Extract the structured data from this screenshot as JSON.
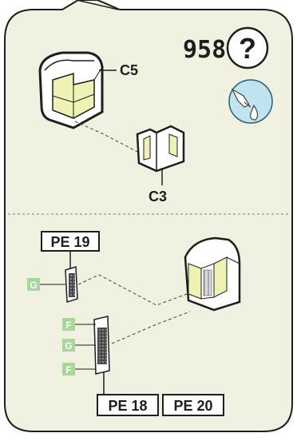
{
  "step": {
    "number": "958",
    "help_icon": "question-mark-icon",
    "glue_icon": "glue-drop-icon"
  },
  "top_section": {
    "parts": [
      {
        "label": "C5"
      },
      {
        "label": "C3"
      }
    ]
  },
  "bottom_section": {
    "tags": [
      {
        "label": "PE 19"
      },
      {
        "label": "PE 18"
      },
      {
        "label": "PE 20"
      }
    ],
    "markers": [
      {
        "label": "G"
      },
      {
        "label": "F"
      },
      {
        "label": "G"
      },
      {
        "label": "F"
      }
    ]
  },
  "colors": {
    "panel_bg": "#f1f1e2",
    "panel_border": "#1e1e1e",
    "part_fill": "#ffffff",
    "part_inner": "#eef2b4",
    "marker_green": "#a9d79a",
    "glue_circle": "#bfe3ef"
  }
}
